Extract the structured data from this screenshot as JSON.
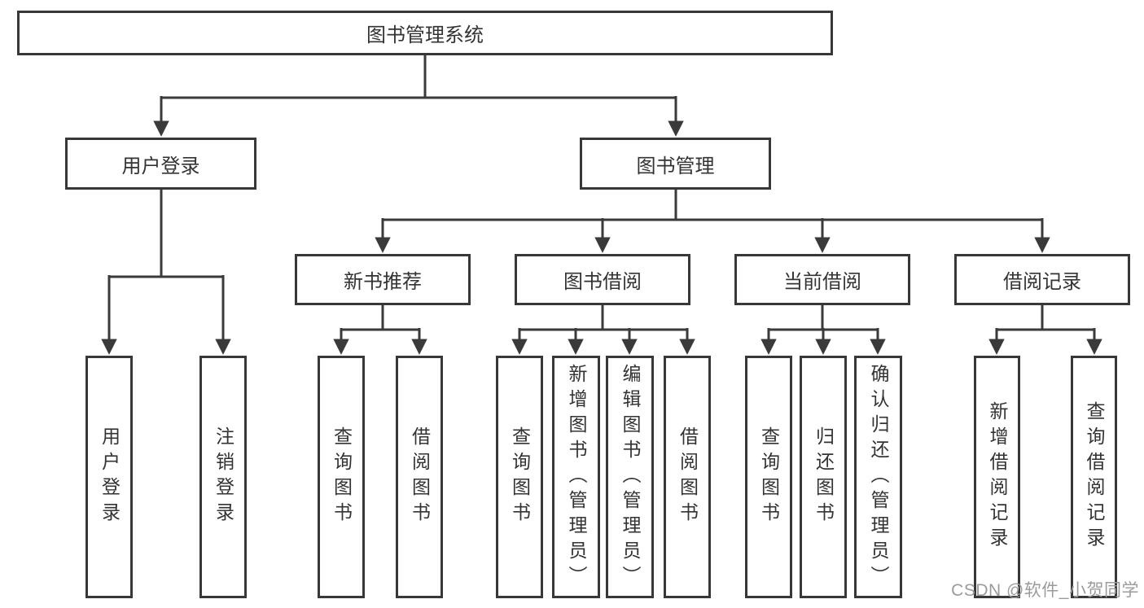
{
  "diagram": {
    "type": "hierarchy-tree",
    "root": {
      "label": "图书管理系统"
    },
    "branches": [
      {
        "label": "用户登录",
        "children": [
          {
            "label": "用户登录"
          },
          {
            "label": "注销登录"
          }
        ]
      },
      {
        "label": "图书管理",
        "children": [
          {
            "label": "新书推荐",
            "children": [
              {
                "label": "查询图书"
              },
              {
                "label": "借阅图书"
              }
            ]
          },
          {
            "label": "图书借阅",
            "children": [
              {
                "label": "查询图书"
              },
              {
                "label": "新增图书（管理员）"
              },
              {
                "label": "编辑图书（管理员）"
              },
              {
                "label": "借阅图书"
              }
            ]
          },
          {
            "label": "当前借阅",
            "children": [
              {
                "label": "查询图书"
              },
              {
                "label": "归还图书"
              },
              {
                "label": "确认归还（管理员）"
              }
            ]
          },
          {
            "label": "借阅记录",
            "children": [
              {
                "label": "新增借阅记录"
              },
              {
                "label": "查询借阅记录"
              }
            ]
          }
        ]
      }
    ]
  },
  "watermark": {
    "text": "CSDN @软件_小贺同学"
  },
  "colors": {
    "line": "#3a3a3a",
    "box_border": "#383838",
    "text": "#333333",
    "watermark": "#9b9b9b",
    "background": "#ffffff"
  }
}
